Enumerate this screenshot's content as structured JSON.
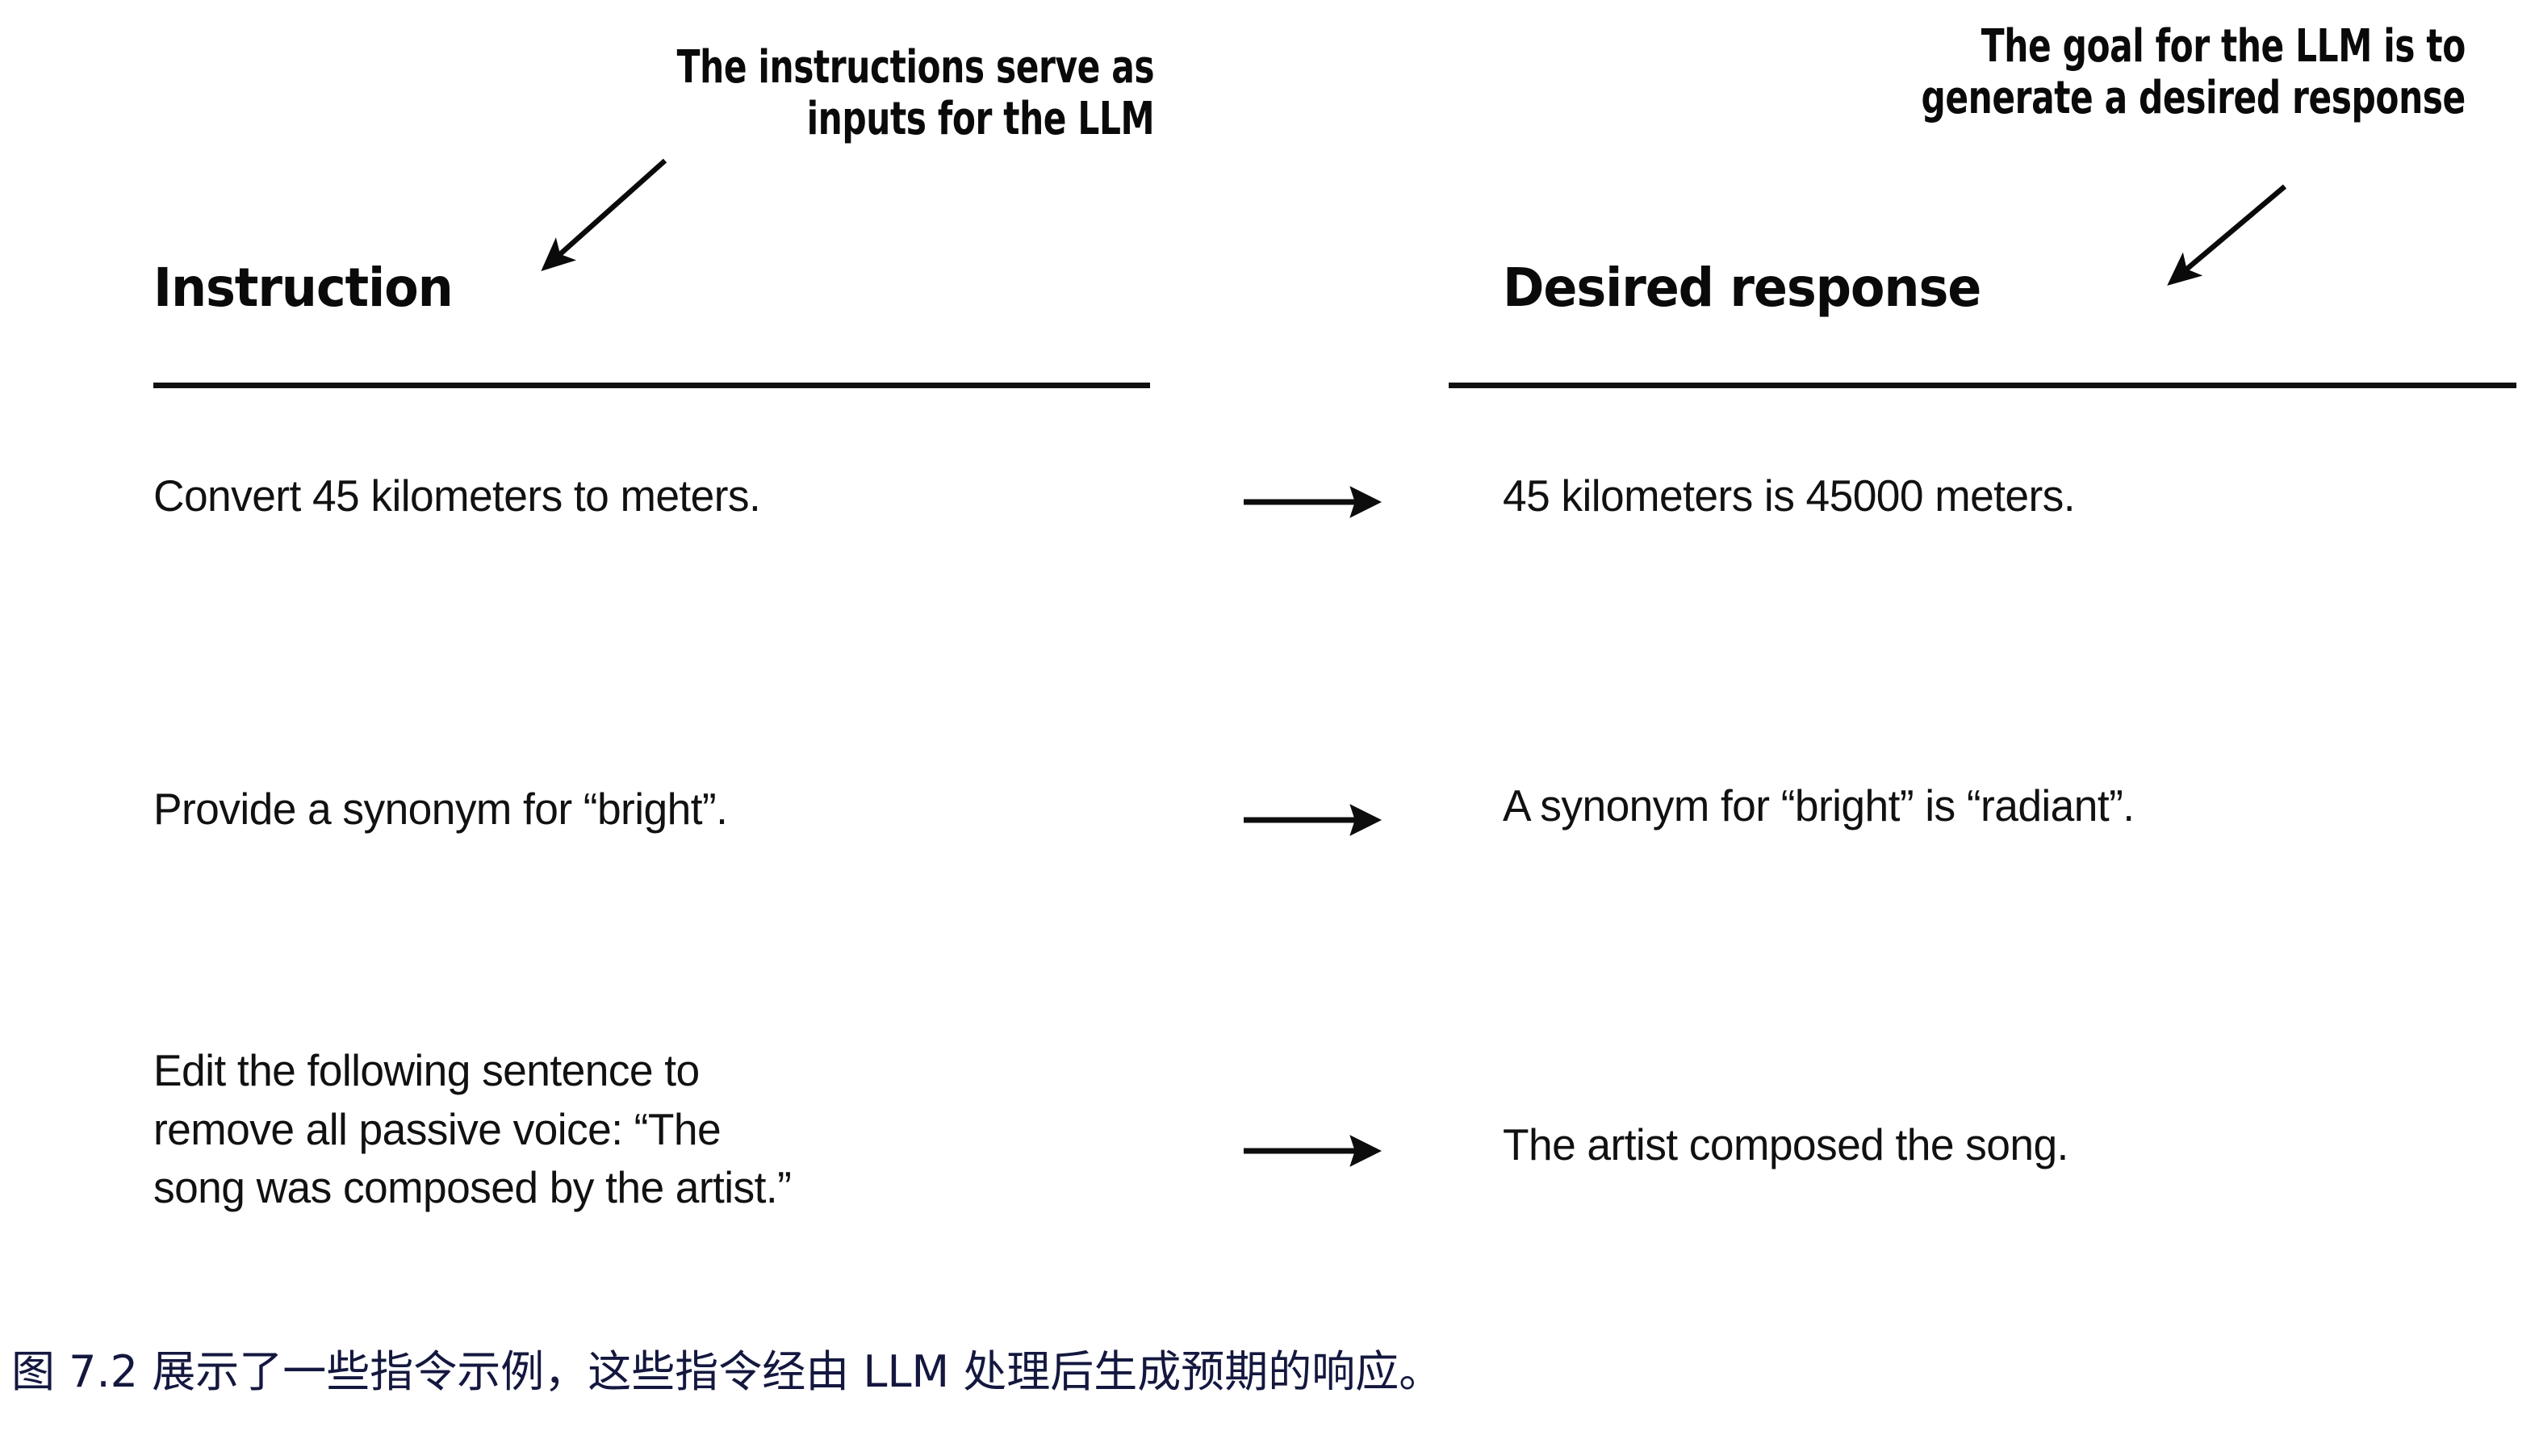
{
  "figure": {
    "annotations": [
      {
        "id": "instructions-input-note",
        "lines": [
          "The instructions serve as",
          "inputs for the LLM"
        ],
        "line1": "The instructions serve as",
        "line2": "inputs for the LLM"
      },
      {
        "id": "goal-response-note",
        "lines": [
          "The goal for the LLM is to",
          "generate a desired response"
        ],
        "line1": "The goal for the LLM is to",
        "line2": "generate a desired response"
      }
    ],
    "columns": {
      "left_header": "Instruction",
      "right_header": "Desired response"
    },
    "rows": [
      {
        "instruction": {
          "line1": "Convert 45 kilometers to meters."
        },
        "response": {
          "line1": "45 kilometers is 45000 meters."
        },
        "connector": "right-arrow-icon"
      },
      {
        "instruction": {
          "line1": "Provide a synonym for “bright”."
        },
        "response": {
          "line1": "A synonym for “bright” is “radiant”."
        },
        "connector": "right-arrow-icon"
      },
      {
        "instruction": {
          "line1": "Edit the following sentence to",
          "line2": "remove all passive voice: “The",
          "line3": "song was composed by the artist.”"
        },
        "response": {
          "line1": "The artist composed the song."
        },
        "connector": "right-arrow-icon"
      }
    ],
    "caption": "图 7.2 展示了一些指令示例，这些指令经由 LLM 处理后生成预期的响应。",
    "colors": {
      "background": "#ffffff",
      "text": "#111111",
      "rule": "#111111",
      "caption": "#14183f"
    }
  }
}
